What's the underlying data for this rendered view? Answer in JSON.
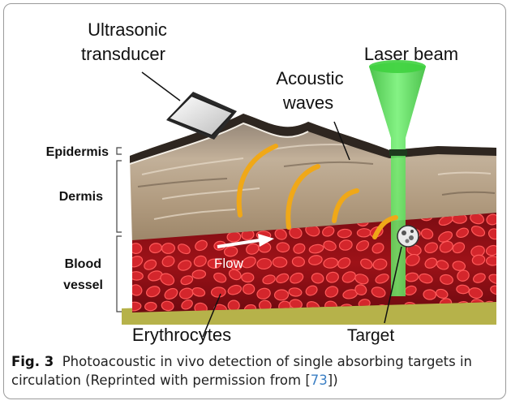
{
  "figure": {
    "labels": {
      "transducer": [
        "Ultrasonic",
        "transducer"
      ],
      "laser": "Laser beam",
      "waves": [
        "Acoustic",
        "waves"
      ],
      "epidermis": "Epidermis",
      "dermis": "Dermis",
      "vessel": [
        "Blood",
        "vessel"
      ],
      "flow": "Flow",
      "erythrocytes": "Erythrocytes",
      "target": "Target"
    }
  },
  "caption": {
    "label": "Fig. 3",
    "text_before": "Photoacoustic in vivo detection of single absorbing targets in circulation (Reprinted with permission from [",
    "citation": "73",
    "text_after": "])"
  },
  "colors": {
    "skin": "#b8a48a",
    "epidermis": "#3a2e24",
    "blood": "#a8141c",
    "rbc": "#d4262c",
    "laser": "#3fd23f",
    "waves": "#f0a818",
    "citation": "#3b7fc4"
  }
}
